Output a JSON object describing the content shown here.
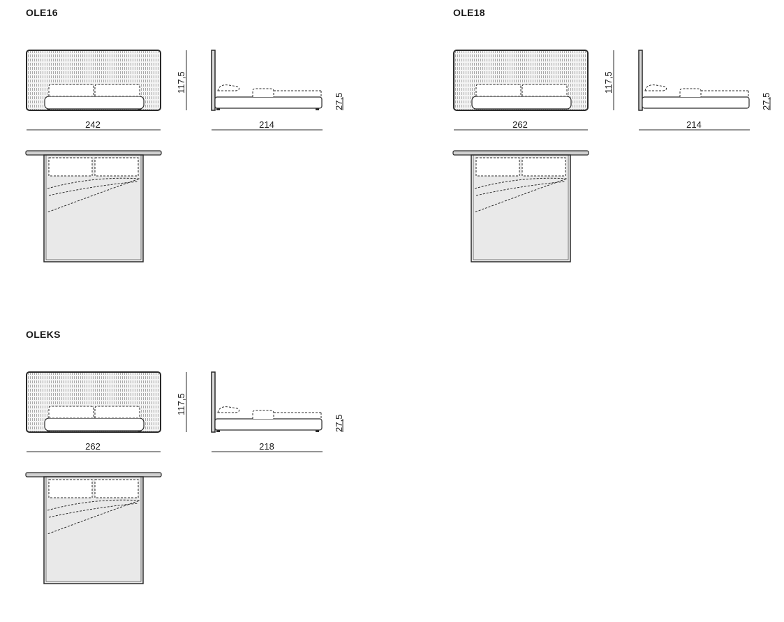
{
  "models": [
    {
      "name": "OLE16",
      "front_width": "242",
      "side_length": "214",
      "headboard_height": "117,5",
      "base_height": "27,5"
    },
    {
      "name": "OLE18",
      "front_width": "262",
      "side_length": "214",
      "headboard_height": "117,5",
      "base_height": "27,5"
    },
    {
      "name": "OLEKS",
      "front_width": "262",
      "side_length": "218",
      "headboard_height": "117,5",
      "base_height": "27,5"
    }
  ],
  "colors": {
    "line": "#2a2a2a",
    "fill_light": "#e9e9e9",
    "fill_white": "#ffffff"
  }
}
